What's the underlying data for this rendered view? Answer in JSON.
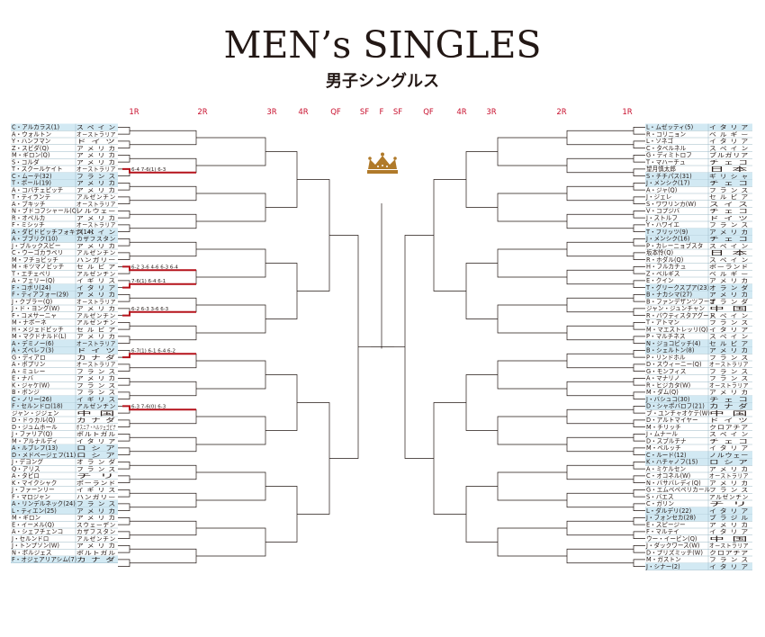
{
  "title": "MEN’s SINGLES",
  "subtitle": "男子シングルス",
  "round_labels_left": [
    "1R",
    "2R",
    "3R",
    "4R",
    "QF",
    "SF"
  ],
  "round_labels_center": "F",
  "round_labels_right": [
    "SF",
    "QF",
    "4R",
    "3R",
    "2R",
    "1R"
  ],
  "colors": {
    "seed_highlight": "#d2e9f3",
    "round_label": "#c8102e",
    "winner_line": "#b5121b",
    "bracket_line": "#231815",
    "crown": "#b07a2a"
  },
  "icons": {
    "center_emblem": "crown-icon"
  },
  "left_players": [
    {
      "name": "C・アルカラス(1)",
      "country": "ス ペ イ ン",
      "seed": true
    },
    {
      "name": "A・ウォルトン",
      "country": "オーストラリア",
      "seed": false
    },
    {
      "name": "Y・ハンフマン",
      "country": "ド イ ツ",
      "seed": false
    },
    {
      "name": "Z・スビダ(Q)",
      "country": "ア メ リ カ",
      "seed": false
    },
    {
      "name": "M・ギロン(Q)",
      "country": "ア メ リ カ",
      "seed": false
    },
    {
      "name": "S・コルダ",
      "country": "ア メ リ カ",
      "seed": false
    },
    {
      "name": "T・スクールケイト",
      "country": "オーストラリア",
      "seed": false
    },
    {
      "name": "C・ムーテ(32)",
      "country": "フ ラ ン ス",
      "seed": true
    },
    {
      "name": "T・ポール(19)",
      "country": "ア メ リ カ",
      "seed": true
    },
    {
      "name": "A・コバチェビッチ",
      "country": "ア メ リ カ",
      "seed": false
    },
    {
      "name": "T・ティランテ",
      "country": "アルゼンチン",
      "seed": false
    },
    {
      "name": "A・ブキッチ",
      "country": "オーストラリア",
      "seed": false
    },
    {
      "name": "N・ブドコフシャール(Q)",
      "country": "ノルウェー",
      "seed": false
    },
    {
      "name": "R・オペルカ",
      "country": "ア メ リ カ",
      "seed": false
    },
    {
      "name": "F・ミシッチ",
      "country": "オーストラリア",
      "seed": false
    },
    {
      "name": "A・ダビドビッチフォキナ(14)",
      "country": "ス ペ イ ン",
      "seed": true
    },
    {
      "name": "A・ブブリク(10)",
      "country": "カザフスタン",
      "seed": true
    },
    {
      "name": "J・ブルックスビー",
      "country": "ア メ リ カ",
      "seed": false
    },
    {
      "name": "C・ウーゴカラベリ",
      "country": "アルゼンチン",
      "seed": false
    },
    {
      "name": "M・フチョビッチ",
      "country": "ハンガリー",
      "seed": false
    },
    {
      "name": "M・キツマノビッチ",
      "country": "セ ル ビ ア",
      "seed": false
    },
    {
      "name": "T・エチェベリ",
      "country": "アルゼンチン",
      "seed": false
    },
    {
      "name": "A・フェリー(Q)",
      "country": "イ ギ リ ス",
      "seed": false
    },
    {
      "name": "F・コボリ(24)",
      "country": "イ タ リ ア",
      "seed": true
    },
    {
      "name": "F・ティアフォー(29)",
      "country": "ア メ リ カ",
      "seed": true
    },
    {
      "name": "J・クブラー(Q)",
      "country": "オーストラリア",
      "seed": false
    },
    {
      "name": "J・ド・ヨング(W)",
      "country": "ア メ リ カ",
      "seed": false
    },
    {
      "name": "F・コメサーニャ",
      "country": "アルゼンチン",
      "seed": false
    },
    {
      "name": "M・ナボーネ",
      "country": "アルゼンチン",
      "seed": false
    },
    {
      "name": "H・メジェドビッチ",
      "country": "セ ル ビ ア",
      "seed": false
    },
    {
      "name": "M・マクドナルド(L)",
      "country": "ア メ リ カ",
      "seed": false
    },
    {
      "name": "A・デミノー(6)",
      "country": "オーストラリア",
      "seed": true
    },
    {
      "name": "A・ズベレフ(3)",
      "country": "ド イ ツ",
      "seed": true
    },
    {
      "name": "G・ディアロ",
      "country": "カ ナ ダ",
      "seed": false
    },
    {
      "name": "A・ポプリン",
      "country": "オーストラリア",
      "seed": false
    },
    {
      "name": "A・ミュレー",
      "country": "フ ラ ン ス",
      "seed": false
    },
    {
      "name": "E・ナバ",
      "country": "ア メ リ カ",
      "seed": false
    },
    {
      "name": "K・ジャケ(W)",
      "country": "フ ラ ン ス",
      "seed": false
    },
    {
      "name": "B・ボンジ",
      "country": "フ ラ ン ス",
      "seed": false
    },
    {
      "name": "C・ノリー(26)",
      "country": "イ ギ リ ス",
      "seed": true
    },
    {
      "name": "F・セルンドロ(18)",
      "country": "アルゼンチン",
      "seed": true
    },
    {
      "name": "ジャン・ジジェン",
      "country": "中 国",
      "seed": false
    },
    {
      "name": "D・ドゥカル(Q)",
      "country": "カ ナ ダ",
      "seed": false
    },
    {
      "name": "D・ジュムホール",
      "country": "ボスニア・ヘルツェゴビナ",
      "seed": false
    },
    {
      "name": "J・ファリア(Q)",
      "country": "ポルトガル",
      "seed": false
    },
    {
      "name": "M・アルナルディ",
      "country": "イ タ リ ア",
      "seed": false
    },
    {
      "name": "A・ルブレフ(13)",
      "country": "ロ シ ア",
      "seed": true
    },
    {
      "name": "D・メドベージェフ(11)",
      "country": "ロ シ ア",
      "seed": true
    },
    {
      "name": "J・デヨング",
      "country": "オ ラ ン ダ",
      "seed": false
    },
    {
      "name": "Q・アリス",
      "country": "フ ラ ン ス",
      "seed": false
    },
    {
      "name": "A・タビロ",
      "country": "チ リ",
      "seed": false
    },
    {
      "name": "K・マイクシャク",
      "country": "ポーランド",
      "seed": false
    },
    {
      "name": "J・ファーンリー",
      "country": "イ ギ リ ス",
      "seed": false
    },
    {
      "name": "F・マロジャン",
      "country": "ハンガリー",
      "seed": false
    },
    {
      "name": "A・リンデルネック(24)",
      "country": "フ ラ ン ス",
      "seed": true
    },
    {
      "name": "L・ティエン(25)",
      "country": "ア メ リ カ",
      "seed": true
    },
    {
      "name": "M・ギロン",
      "country": "ア メ リ カ",
      "seed": false
    },
    {
      "name": "E・イーメル(Q)",
      "country": "スウェーデン",
      "seed": false
    },
    {
      "name": "A・シェフチェンコ",
      "country": "カザフスタン",
      "seed": false
    },
    {
      "name": "J・セルンドロ",
      "country": "アルゼンチン",
      "seed": false
    },
    {
      "name": "J・トンプソン(W)",
      "country": "ア メ リ カ",
      "seed": false
    },
    {
      "name": "N・ボルジェス",
      "country": "ポルトガル",
      "seed": false
    },
    {
      "name": "F・オジェアリアシム(7)",
      "country": "カ ナ ダ",
      "seed": true
    }
  ],
  "right_players": [
    {
      "name": "L・ムゼッティ(5)",
      "country": "イ タ リ ア",
      "seed": true
    },
    {
      "name": "R・コリニョン",
      "country": "ベ ル ギ ー",
      "seed": false
    },
    {
      "name": "L・ソネゴ",
      "country": "イ タ リ ア",
      "seed": false
    },
    {
      "name": "C・タベルネル",
      "country": "ス ペ イ ン",
      "seed": false
    },
    {
      "name": "G・ディミトロフ",
      "country": "ブルガリア",
      "seed": false
    },
    {
      "name": "T・マハーチュ",
      "country": "チ ェ コ",
      "seed": false
    },
    {
      "name": "望月慎太郎",
      "country": "日 本",
      "seed": false
    },
    {
      "name": "S・チチパス(31)",
      "country": "ギ リ シ ャ",
      "seed": true
    },
    {
      "name": "J・メンシク(17)",
      "country": "チ ェ コ",
      "seed": true
    },
    {
      "name": "A・ジャ(Q)",
      "country": "フ ラ ン ス",
      "seed": false
    },
    {
      "name": "J・ジェレ",
      "country": "セ ル ビ ア",
      "seed": false
    },
    {
      "name": "S・ワワリンカ(W)",
      "country": "ス イ ス",
      "seed": false
    },
    {
      "name": "V・コプジバ",
      "country": "チ ェ コ",
      "seed": false
    },
    {
      "name": "J・ストルフ",
      "country": "ド イ ツ",
      "seed": false
    },
    {
      "name": "Y・ハワイエ",
      "country": "フ ラ ン ス",
      "seed": false
    },
    {
      "name": "T・フリッツ(9)",
      "country": "ア メ リ カ",
      "seed": true
    },
    {
      "name": "J・メンシク(16)",
      "country": "チ ェ コ",
      "seed": true
    },
    {
      "name": "P・カレーニョブスタ",
      "country": "ス ペ イ ン",
      "seed": false
    },
    {
      "name": "坂本怜(Q)",
      "country": "日 本",
      "seed": false
    },
    {
      "name": "R・ホダル(Q)",
      "country": "ス ペ イ ン",
      "seed": false
    },
    {
      "name": "H・フルカチュ",
      "country": "ポーランド",
      "seed": false
    },
    {
      "name": "Z・ベルギス",
      "country": "ベ ル ギ ー",
      "seed": false
    },
    {
      "name": "E・クイン",
      "country": "ア メ リ カ",
      "seed": false
    },
    {
      "name": "T・グリークスプア(23)",
      "country": "オ ラ ン ダ",
      "seed": true
    },
    {
      "name": "B・ナカシマ(27)",
      "country": "ア メ リ カ",
      "seed": true
    },
    {
      "name": "B・ファンデザンツフープ",
      "country": "オ ラ ン ダ",
      "seed": false
    },
    {
      "name": "ジャン・ジュンチャン",
      "country": "中 国",
      "seed": false
    },
    {
      "name": "R・バウティスタアグート",
      "country": "ス ペ イ ン",
      "seed": false
    },
    {
      "name": "T・アトマン",
      "country": "フ ラ ン ス",
      "seed": false
    },
    {
      "name": "M・マエストレッリ(Q)",
      "country": "イ タ リ ア",
      "seed": false
    },
    {
      "name": "P・マルチネス",
      "country": "ス ペ イ ン",
      "seed": false
    },
    {
      "name": "N・ジョコビッチ(4)",
      "country": "セ ル ビ ア",
      "seed": true
    },
    {
      "name": "B・シェルトン(8)",
      "country": "ア メ リ カ",
      "seed": true
    },
    {
      "name": "P・リンドホル",
      "country": "フ ラ ン ス",
      "seed": false
    },
    {
      "name": "D・スウィーニー(Q)",
      "country": "オーストラリア",
      "seed": false
    },
    {
      "name": "G・モンフィス",
      "country": "フ ラ ン ス",
      "seed": false
    },
    {
      "name": "A・マナリノ",
      "country": "フ ラ ン ス",
      "seed": false
    },
    {
      "name": "R・ヒジカタ(W)",
      "country": "オーストラリア",
      "seed": false
    },
    {
      "name": "M・ダム(Q)",
      "country": "ア メ リ カ",
      "seed": false
    },
    {
      "name": "J・バシュコ(30)",
      "country": "チ ェ コ",
      "seed": true
    },
    {
      "name": "D・シャポバロフ(21)",
      "country": "カ ナ ダ",
      "seed": true
    },
    {
      "name": "ブ・ユンチャオケテ(W)",
      "country": "中 国",
      "seed": false
    },
    {
      "name": "D・アルトマイヤー",
      "country": "ド イ ツ",
      "seed": false
    },
    {
      "name": "M・チリッチ",
      "country": "クロアチア",
      "seed": false
    },
    {
      "name": "J・ムナール",
      "country": "ス ペ イ ン",
      "seed": false
    },
    {
      "name": "D・スブルチナ",
      "country": "チ ェ コ",
      "seed": false
    },
    {
      "name": "M・ベルッチ",
      "country": "イ タ リ ア",
      "seed": false
    },
    {
      "name": "C・ルード(12)",
      "country": "ノルウェー",
      "seed": true
    },
    {
      "name": "K・ハチャノフ(15)",
      "country": "ロ シ ア",
      "seed": true
    },
    {
      "name": "A・ミケルセン",
      "country": "ア メ リ カ",
      "seed": false
    },
    {
      "name": "C・オコネル(W)",
      "country": "オーストラリア",
      "seed": false
    },
    {
      "name": "N・バサバレディ(Q)",
      "country": "ア メ リ カ",
      "seed": false
    },
    {
      "name": "G・エムベペペリカール",
      "country": "フ ラ ン ス",
      "seed": false
    },
    {
      "name": "S・バエス",
      "country": "アルゼンチン",
      "seed": false
    },
    {
      "name": "C・ガリン",
      "country": "チ リ",
      "seed": false
    },
    {
      "name": "L・ダルデリ(22)",
      "country": "イ タ リ ア",
      "seed": true
    },
    {
      "name": "J・フォンセカ(28)",
      "country": "ブ ラ ジ ル",
      "seed": true
    },
    {
      "name": "E・スピージー",
      "country": "ア メ リ カ",
      "seed": false
    },
    {
      "name": "F・マルテイ",
      "country": "イ タ リ ア",
      "seed": false
    },
    {
      "name": "ウー・イービン(Q)",
      "country": "中 国",
      "seed": false
    },
    {
      "name": "J・ダックワース(W)",
      "country": "オーストラリア",
      "seed": false
    },
    {
      "name": "D・プリズミッチ(W)",
      "country": "クロアチア",
      "seed": false
    },
    {
      "name": "M・ガストン",
      "country": "フ ラ ン ス",
      "seed": false
    },
    {
      "name": "J・シナー(2)",
      "country": "イ タ リ ア",
      "seed": true
    }
  ],
  "left_r2_results": [
    {
      "match": 3,
      "winner": "upper",
      "score": "6-4 7-6(1) 6-3"
    },
    {
      "match": 10,
      "winner": "upper",
      "score": "6-2 3-6 4-6 6-3 6-4"
    },
    {
      "match": 11,
      "winner": "lower",
      "score": "7-6(1) 6-4 6-1"
    },
    {
      "match": 13,
      "winner": "lower",
      "score": "6-2 6-3 3-6 6-3"
    },
    {
      "match": 16,
      "winner": "lower",
      "score": "6-7(1) 6-1 6-4 6-2"
    },
    {
      "match": 20,
      "winner": "upper",
      "score": "6-3 7-6(0) 6-3"
    }
  ]
}
